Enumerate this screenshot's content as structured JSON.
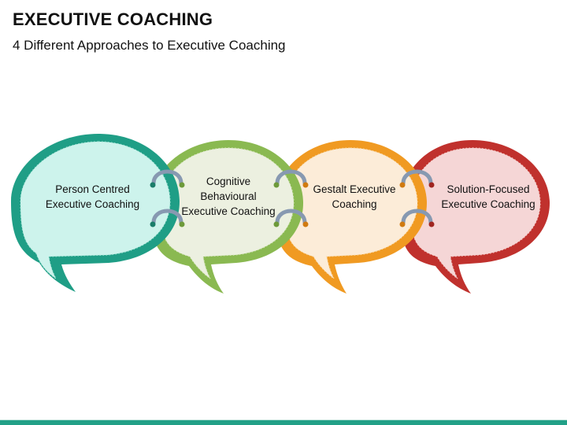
{
  "header": {
    "title": "EXECUTIVE COACHING",
    "subtitle": "4 Different Approaches to Executive Coaching"
  },
  "bubbles": [
    {
      "label_line1": "Person Centred",
      "label_line2": "Executive Coaching",
      "label_line3": "",
      "border_color": "#1f9e86",
      "fill_color": "#cdf3ec"
    },
    {
      "label_line1": "Cognitive",
      "label_line2": "Behavioural",
      "label_line3": "Executive Coaching",
      "border_color": "#8ab951",
      "fill_color": "#ecf0e0"
    },
    {
      "label_line1": "Gestalt Executive",
      "label_line2": "Coaching",
      "label_line3": "",
      "border_color": "#f09a22",
      "fill_color": "#fcecd8"
    },
    {
      "label_line1": "Solution-Focused",
      "label_line2": "Executive Coaching",
      "label_line3": "",
      "border_color": "#c0312d",
      "fill_color": "#f5d6d6"
    }
  ],
  "connector_color": "#8799b1",
  "footer": {
    "color": "#22a087"
  }
}
